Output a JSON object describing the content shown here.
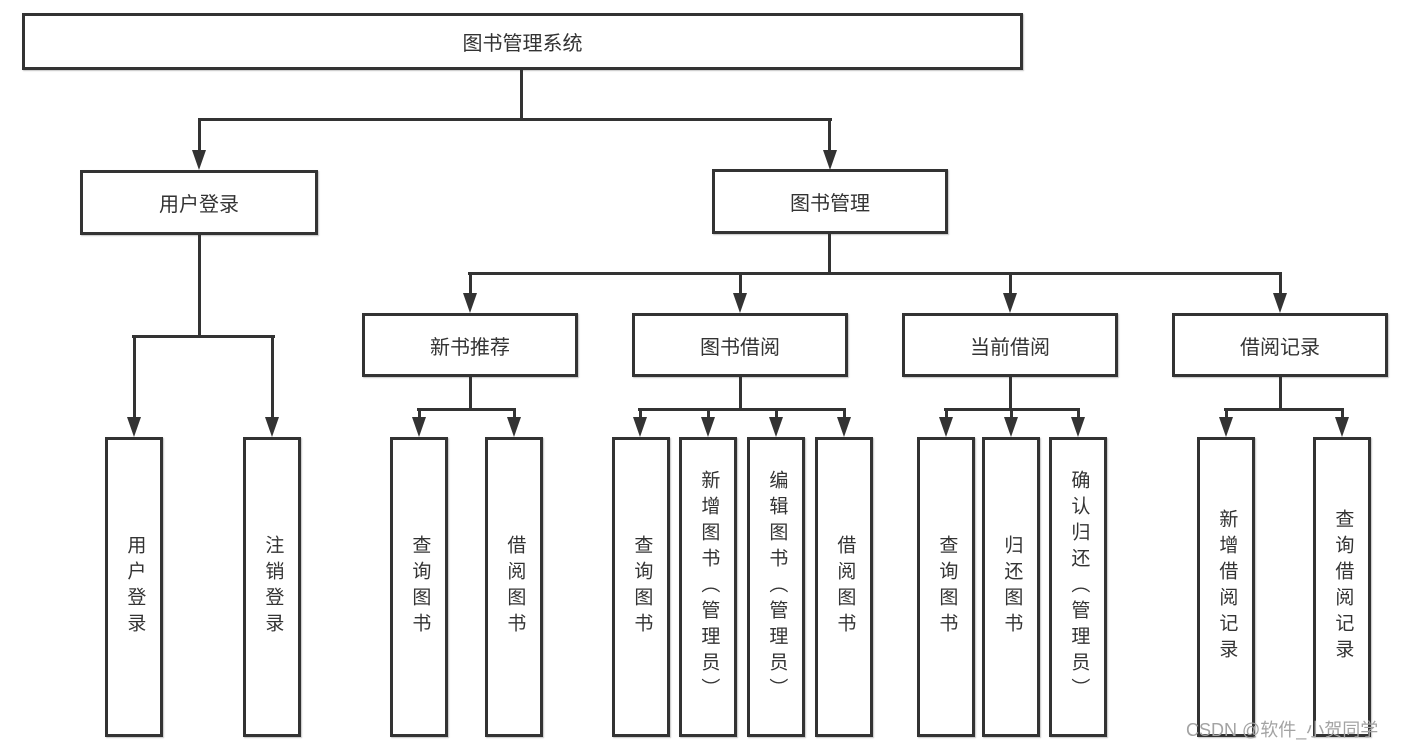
{
  "root": {
    "label": "图书管理系统",
    "children": [
      {
        "label": "用户登录",
        "children": [
          {
            "label": "用户登录"
          },
          {
            "label": "注销登录"
          }
        ]
      },
      {
        "label": "图书管理",
        "children": [
          {
            "label": "新书推荐",
            "children": [
              {
                "label": "查询图书"
              },
              {
                "label": "借阅图书"
              }
            ]
          },
          {
            "label": "图书借阅",
            "children": [
              {
                "label": "查询图书"
              },
              {
                "label": "新增图书（管理员）"
              },
              {
                "label": "编辑图书（管理员）"
              },
              {
                "label": "借阅图书"
              }
            ]
          },
          {
            "label": "当前借阅",
            "children": [
              {
                "label": "查询图书"
              },
              {
                "label": "归还图书"
              },
              {
                "label": "确认归还（管理员）"
              }
            ]
          },
          {
            "label": "借阅记录",
            "children": [
              {
                "label": "新增借阅记录"
              },
              {
                "label": "查询借阅记录"
              }
            ]
          }
        ]
      }
    ]
  },
  "watermark": {
    "text": "CSDN @软件_小贺同学"
  },
  "colors": {
    "line": "#333333",
    "border": "#333333",
    "text": "#333333",
    "watermark": "#a3a3a3",
    "background": "#ffffff"
  }
}
